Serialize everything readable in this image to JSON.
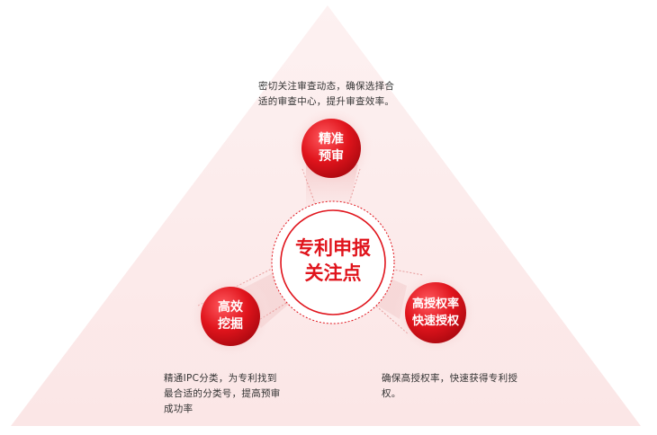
{
  "center": {
    "lines": [
      "专利申报",
      "关注点"
    ]
  },
  "nodes": [
    {
      "id": "top",
      "title_lines": [
        "精准",
        "预审"
      ],
      "desc_lines": [
        "密切关注审查动态，确保选择合",
        "适的审查中心，提升审查效率。"
      ]
    },
    {
      "id": "left",
      "title_lines": [
        "高效",
        "挖掘"
      ],
      "desc_lines": [
        "精通IPC分类，为专利找到",
        "最合适的分类号，提高预审",
        "成功率"
      ]
    },
    {
      "id": "right",
      "title_lines": [
        "高授权率",
        "快速授权"
      ],
      "desc_lines": [
        "确保高授权率，快速获得专利授",
        "权。"
      ]
    }
  ],
  "colors": {
    "accent": "#e0141c",
    "accent_dark": "#b00a12",
    "triangle": "#fbe9e9",
    "text": "#333333"
  }
}
